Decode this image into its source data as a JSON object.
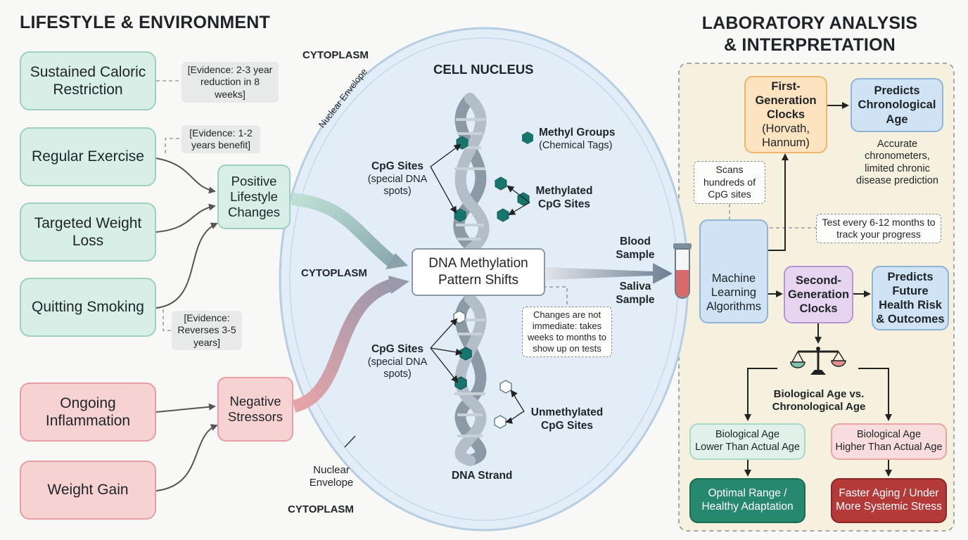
{
  "titles": {
    "left": "LIFESTYLE & ENVIRONMENT",
    "right": "LABORATORY ANALYSIS & INTERPRETATION"
  },
  "lifestyle": {
    "positive_factors": [
      "Sustained Caloric Restriction",
      "Regular Exercise",
      "Targeted Weight Loss",
      "Quitting Smoking"
    ],
    "negative_factors": [
      "Ongoing Inflammation",
      "Weight Gain"
    ],
    "positive_hub": "Positive Lifestyle Changes",
    "negative_hub": "Negative Stressors",
    "evidence": {
      "caloric": "[Evidence: 2-3 year reduction in 8 weeks]",
      "exercise": "[Evidence: 1-2 years benefit]",
      "smoking": "[Evidence: Reverses 3-5 years]"
    }
  },
  "cell": {
    "cytoplasm": "CYTOPLASM",
    "nucleus_title": "CELL NUCLEUS",
    "nuclear_envelope": "Nuclear Envelope",
    "cpg_sites_title": "CpG Sites",
    "cpg_sites_sub": "(special DNA spots)",
    "methyl_groups_title": "Methyl Groups",
    "methyl_groups_sub": "(Chemical Tags)",
    "methylated": "Methylated CpG Sites",
    "unmethylated": "Unmethylated CpG Sites",
    "center_box": "DNA Methylation Pattern Shifts",
    "delay_note": "Changes are not immediate: takes weeks to months to show up on tests",
    "dna_strand": "DNA Strand"
  },
  "samples": {
    "blood": "Blood Sample",
    "saliva": "Saliva Sample"
  },
  "lab": {
    "ml": "Machine Learning Algorithms",
    "scans_note": "Scans hundreds of CpG sites",
    "test_note": "Test every 6-12 months to track your progress",
    "first_gen_title": "First-Generation Clocks",
    "first_gen_sub": "(Horvath, Hannum)",
    "predicts_chrono": "Predicts Chronological Age",
    "first_gen_caption": "Accurate chronometers, limited chronic disease prediction",
    "second_gen": "Second-Generation Clocks",
    "predicts_future": "Predicts Future Health Risk & Outcomes",
    "bio_vs_chrono": "Biological Age vs. Chronological Age",
    "lower_title": "Biological Age",
    "lower_sub": "Lower Than Actual Age",
    "higher_title": "Biological Age",
    "higher_sub": "Higher Than Actual Age",
    "optimal": "Optimal Range / Healthy Adaptation",
    "faster": "Faster Aging / Under More Systemic Stress"
  },
  "icons": [
    "methyl-group-hexagon-icon",
    "gear-monitor-icon",
    "test-tube-icon",
    "balance-scale-icon"
  ],
  "colors": {
    "green_fill": "#d7efe6",
    "red_fill": "#f7d2d3",
    "nucleus_fill": "#e2edf8",
    "methyl_teal": "#17756d",
    "lab_panel": "#f6f0de",
    "optimal_fill": "#26896f",
    "faster_fill": "#b43a3a"
  }
}
